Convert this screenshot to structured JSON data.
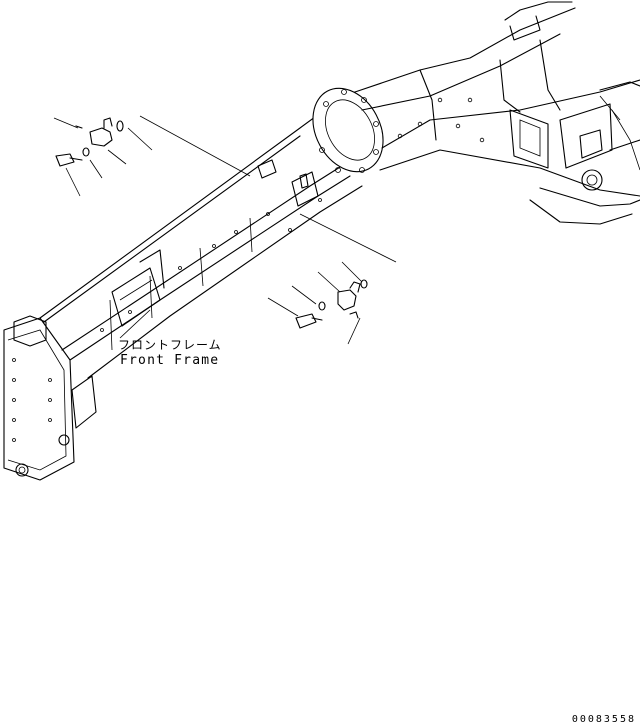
{
  "labels": {
    "part_name_jp": "フロントフレーム",
    "part_name_en": "Front Frame"
  },
  "reference_code": "00083558"
}
